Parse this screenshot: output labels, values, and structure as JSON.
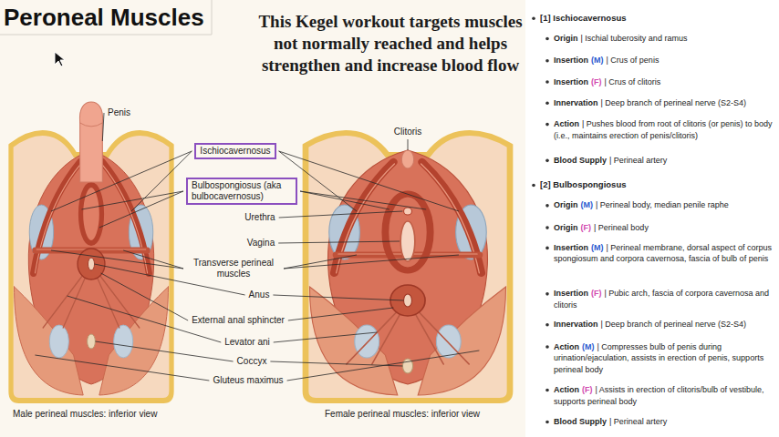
{
  "diagram": {
    "title": "Peroneal Muscles",
    "nodes": [
      {
        "text": [
          "Ischiocavernosus"
        ]
      },
      {
        "text": [
          "Bulbospongiosus (aka bulbocavernosus)"
        ]
      }
    ],
    "labels": [
      "This Kegel workout targets muscles not normally reached and helps strengthen and increase blood flow",
      "Penis",
      "Clitoris",
      "Urethra",
      "Vagina",
      "Transverse perineal muscles",
      "Anus",
      "External anal sphincter",
      "Levator ani",
      "Coccyx",
      "Gluteus maximus",
      "Male perineal muscles: inferior view",
      "Female perineal muscles: inferior view",
      "[1] Ischiocavernosus",
      "Origin",
      "| Ischial tuberosity and ramus",
      "Insertion",
      "(M)",
      "| Crus of penis",
      "Insertion",
      "(F)",
      "| Crus of clitoris",
      "Innervation",
      "| Deep branch of perineal nerve (S2-S4)",
      "Action",
      "| Pushes blood from root of clitoris (or penis) to body (i.e., maintains erection of penis/clitoris)",
      "Blood Supply",
      "| Perineal artery",
      "[2] Bulbospongiosus",
      "Origin",
      "(M)",
      "| Perineal body, median penile raphe",
      "Origin",
      "(F)",
      "| Perineal body",
      "Insertion",
      "(M)",
      "| Perineal membrane, dorsal aspect of corpus spongiosum and corpora cavernosa, fascia of bulb of penis",
      "Insertion",
      "(F)",
      "| Pubic arch, fascia of corpora cavernosa and clitoris",
      "Innervation",
      "| Deep branch of perineal nerve (S2-S4)",
      "Action",
      "(M)",
      "| Compresses bulb of penis during urination/ejaculation, assists in erection of penis, supports perineal body",
      "Action",
      "(F)",
      "| Assists in erection of clitoris/bulb of vestibule, supports perineal body",
      "Blood Supply",
      "| Perineal artery"
    ]
  }
}
